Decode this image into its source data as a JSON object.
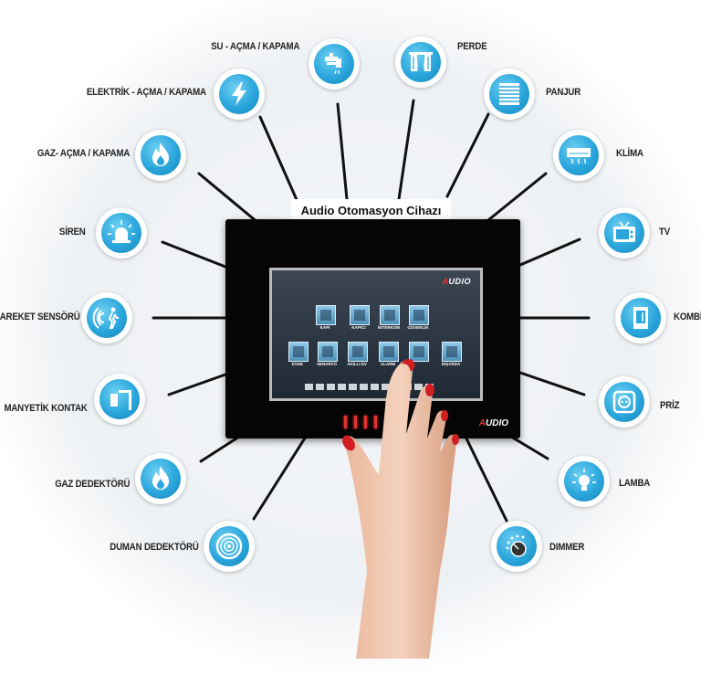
{
  "device": {
    "caption": "Audio Otomasyon Cihazı",
    "logo": "UDIO",
    "logo_prefix": "A",
    "screen_logo": "UDIO",
    "screen_logo_prefix": "A",
    "screen_buttons": [
      "KAPI",
      "KAPICI",
      "İNTERKOM",
      "GÜVENLİK",
      "EVDE",
      "SENARYO",
      "AKILLI EV",
      "ALARM",
      "DIŞARDA"
    ]
  },
  "left_labels": {
    "su": "SU - AÇMA / KAPAMA",
    "elektrik": "ELEKTRİK - AÇMA / KAPAMA",
    "gaz": "GAZ- AÇMA / KAPAMA",
    "siren": "SİREN",
    "hareket": "HAREKET SENSÖRÜ",
    "manyetik": "MANYETİK KONTAK",
    "gaz_dedektor": "GAZ DEDEKTÖRÜ",
    "duman": "DUMAN DEDEKTÖRÜ"
  },
  "right_labels": {
    "perde": "PERDE",
    "panjur": "PANJUR",
    "klima": "KLİMA",
    "tv": "TV",
    "kombi": "KOMBİ",
    "priz": "PRİZ",
    "lamba": "LAMBA",
    "dimmer": "DIMMER"
  },
  "colors": {
    "accent_blue": "#2aa6dc",
    "led_red": "#e0332e",
    "device_black": "#050505"
  },
  "icons": [
    "faucet-icon",
    "lightning-icon",
    "flame-icon",
    "siren-icon",
    "motion-sensor-icon",
    "magnetic-contact-icon",
    "gas-detector-icon",
    "smoke-detector-icon",
    "curtain-icon",
    "shutter-icon",
    "air-conditioner-icon",
    "tv-icon",
    "boiler-icon",
    "socket-icon",
    "lamp-icon",
    "dimmer-icon"
  ]
}
